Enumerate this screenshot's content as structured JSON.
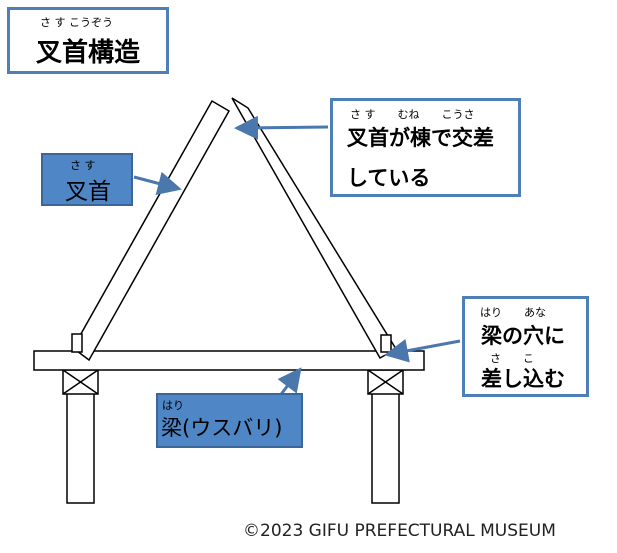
{
  "title": {
    "ruby": "さ す こうぞう",
    "text": "叉首構造"
  },
  "callout_top_right": {
    "ruby": "さ す　　むね　　こうさ",
    "line1": "叉首が棟で交差",
    "line2": "している"
  },
  "label_sasu": {
    "ruby": "さ す",
    "text": "叉首"
  },
  "callout_right": {
    "ruby1": "はり　　あな",
    "line1": "梁の穴に",
    "ruby2": "さ　　こ",
    "line2": "差し込む"
  },
  "label_hari": {
    "ruby": "はり",
    "text": "梁(ウスバリ)"
  },
  "copyright": "©2023  GIFU PREFECTURAL MUSEUM",
  "colors": {
    "border_blue": "#4f7fb8",
    "fill_blue": "#4f86c6",
    "arrow": "#4a78ad",
    "stroke": "#000000"
  }
}
